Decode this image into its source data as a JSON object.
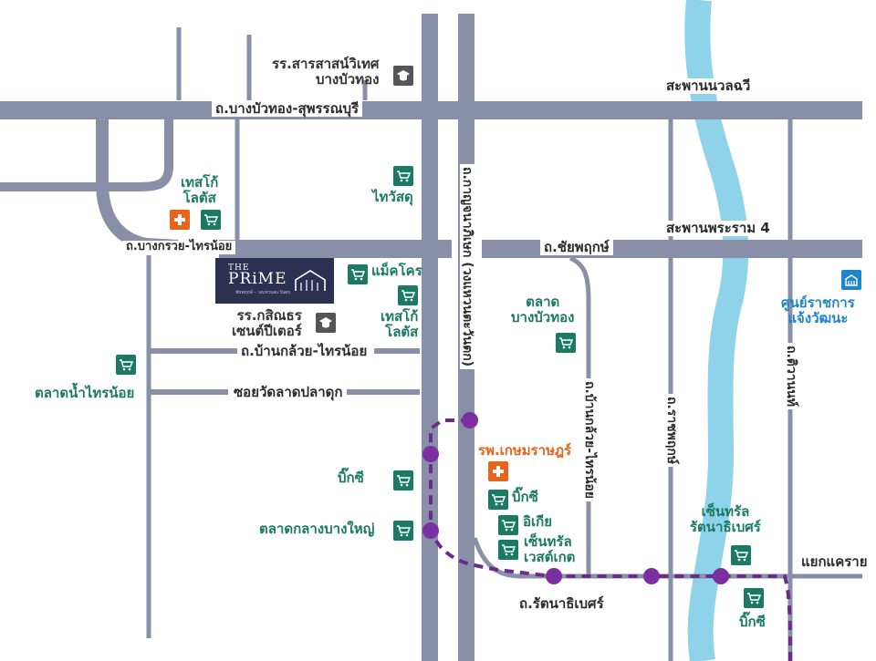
{
  "colors": {
    "road": "#8a8fa8",
    "river": "#8fd3ea",
    "metro": "#6a2c8a",
    "shop": "#1b7a63",
    "hospital": "#e8641b",
    "government": "#1e86c8",
    "logo_bg": "#2c3152"
  },
  "icons": {
    "shop": "shopping-cart-icon",
    "hospital": "medical-cross-icon",
    "school": "graduation-cap-icon",
    "government": "building-icon"
  },
  "roads": {
    "bangbuathong_suphan": "ถ.บางบัวทอง-สุพรรณบุรี",
    "bang_kruai_sai_noi": "ถ.บางกรวย-ไทรน้อย",
    "chaiyaphruek": "ถ.ชัยพฤกษ์",
    "ban_kluai_sai_noi_h": "ถ.บ้านกล้วย-ไทรน้อย",
    "soi_wat_lat_pla_duk": "ซอยวัดลาดปลาดุก",
    "kanchanaphisek": "ถ.กาญจนาภิเษก (วงแหวนตะวันตก)",
    "ban_kluai_sai_noi_v": "ถ.บ้านกล้วย-ไทรน้อย",
    "ratchaphruek": "ถ.ราชพฤกษ์",
    "tiwanon": "ถ.ติวานนท์",
    "rattanathibet": "ถ.รัตนาธิเบศร์",
    "nonthaburi_bridge": "สะพานนวลฉวี",
    "rama4_bridge": "สะพานพระราม 4",
    "khae_rai": "แยกแคราย"
  },
  "places": {
    "school_sarasas": "รร.สารสาสน์วิเทศ\nบางบัวทอง",
    "tesco_lotus_1": "เทสโก้\nโลตัส",
    "thaiwatsadu": "ไทวัสดุ",
    "makro": "แม็คโคร",
    "tesco_lotus_2": "เทสโก้\nโลตัส",
    "school_st_peter": "รร.กสิณธร\nเซนต์ปีเตอร์",
    "talad_nam_sai_noi": "ตลาดน้ำไทรน้อย",
    "talad_bangbuathong": "ตลาด\nบางบัวทอง",
    "kasemrad": "รพ.เกษมราษฎร์",
    "bigc_1": "บิ๊กซี",
    "talad_klang": "ตลาดกลางบางใหญ่",
    "bigc_2": "บิ๊กซี",
    "ikea": "อิเกีย",
    "central_westgate": "เซ็นทรัล\nเวสต์เกต",
    "central_rattanathibet": "เซ็นทรัล\nรัตนาธิเบศร์",
    "bigc_3": "บิ๊กซี",
    "gov_center": "ศูนย์ราชการ\nแจ้งวัฒนะ"
  },
  "logo": {
    "line1": "THE",
    "line2": "PRiME",
    "line3": "ชัยพฤกษ์ - วงแหวนตะวันตก"
  }
}
